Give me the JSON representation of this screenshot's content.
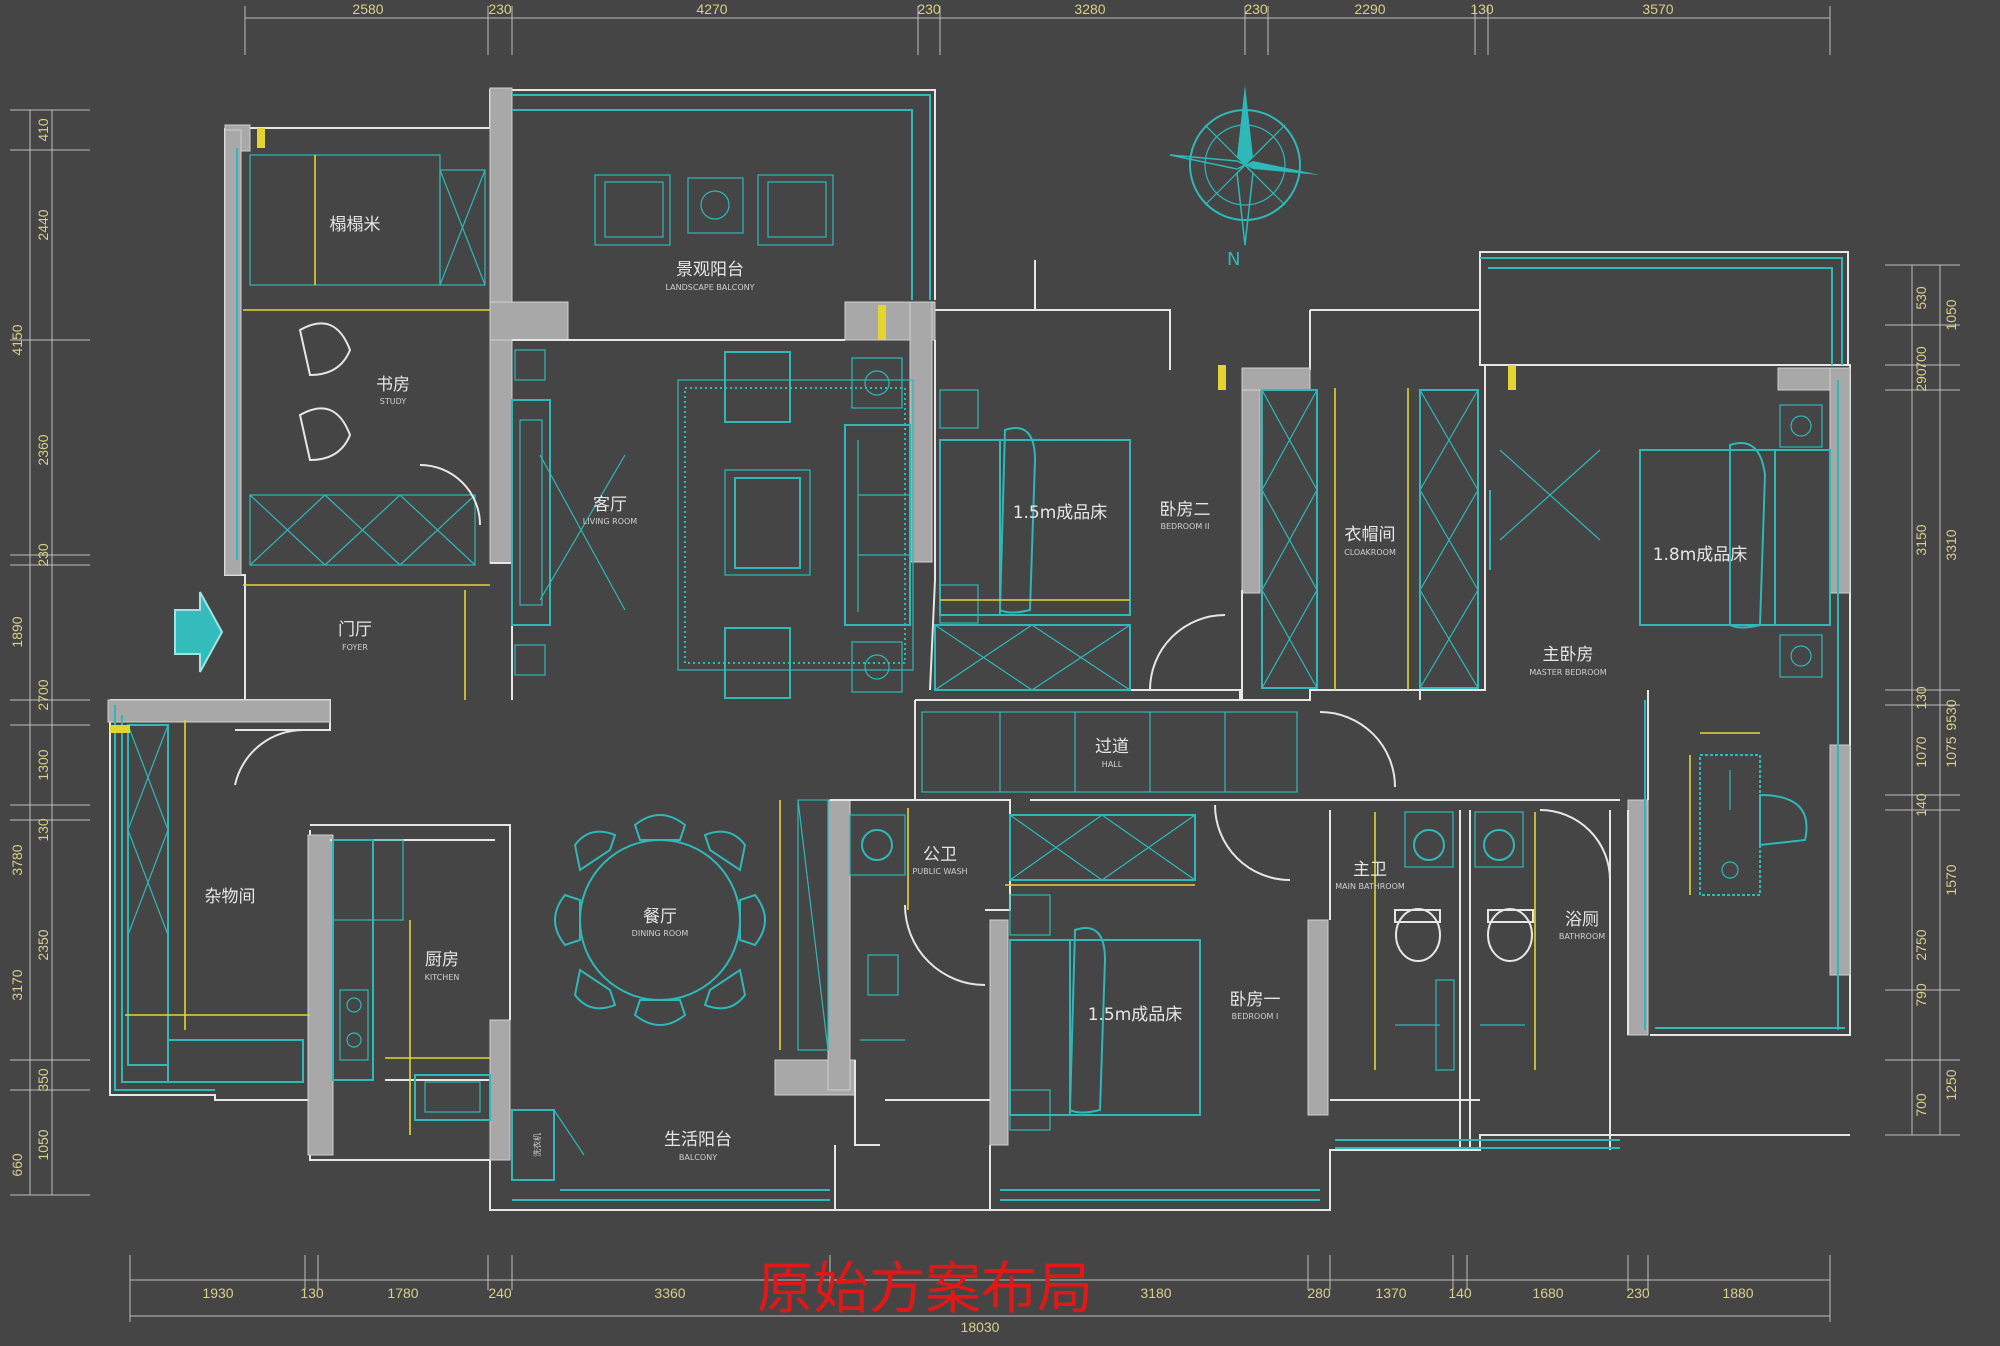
{
  "caption": "原始方案布局",
  "compass": {
    "label": "N"
  },
  "dims_top": [
    "2580",
    "230",
    "4270",
    "230",
    "3280",
    "230",
    "2290",
    "130",
    "3570"
  ],
  "dims_bottom": [
    "1930",
    "130",
    "1780",
    "240",
    "3360",
    "3180",
    "280",
    "1370",
    "140",
    "1680",
    "230",
    "1880"
  ],
  "dims_bottom_total": "18030",
  "dims_left_outer": [
    "4150",
    "1890",
    "3780",
    "3170",
    "660"
  ],
  "dims_left_inner": [
    "410",
    "2440",
    "2360",
    "230",
    "2700",
    "1300",
    "130",
    "2350",
    "350",
    "1050"
  ],
  "dims_right_outer": [
    "1050",
    "9530",
    "1075",
    "1570",
    "1250"
  ],
  "dims_right_inner": [
    "530",
    "700",
    "290",
    "3150",
    "3310",
    "130",
    "1070",
    "140",
    "2750",
    "790",
    "700"
  ],
  "rooms": {
    "leisure_balcony": {
      "cn": "景观阳台",
      "en": "LANDSCAPE BALCONY"
    },
    "tatami": {
      "cn": "榻榻米"
    },
    "study": {
      "cn": "书房",
      "en": "STUDY"
    },
    "living": {
      "cn": "客厅",
      "en": "LIVING ROOM"
    },
    "foyer": {
      "cn": "门厅",
      "en": "FOYER"
    },
    "bedroom2": {
      "cn": "卧房二",
      "en": "BEDROOM II"
    },
    "bed15_a": {
      "cn": "1.5m成品床"
    },
    "cloakroom": {
      "cn": "衣帽间",
      "en": "CLOAKROOM"
    },
    "master": {
      "cn": "主卧房",
      "en": "MASTER BEDROOM"
    },
    "bed18": {
      "cn": "1.8m成品床"
    },
    "hall": {
      "cn": "过道",
      "en": "HALL"
    },
    "storage": {
      "cn": "杂物间"
    },
    "dining": {
      "cn": "餐厅",
      "en": "DINING ROOM"
    },
    "kitchen": {
      "cn": "厨房",
      "en": "KITCHEN"
    },
    "public_wc": {
      "cn": "公卫",
      "en": "PUBLIC WASH"
    },
    "bedroom1": {
      "cn": "卧房一",
      "en": "BEDROOM I"
    },
    "bed15_b": {
      "cn": "1.5m成品床"
    },
    "master_wc": {
      "cn": "主卫",
      "en": "MAIN BATHROOM"
    },
    "dressing": {
      "cn": "浴厕",
      "en": "BATHROOM"
    },
    "life_balcony": {
      "cn": "生活阳台",
      "en": "BALCONY"
    },
    "washer": {
      "cn": "洗衣机"
    }
  },
  "colors": {
    "wall_line": "#e6e6e6",
    "furniture": "#2fb8b8",
    "dimension": "#e3d431",
    "wall_fill": "#a8a8a8",
    "caption": "#e01818",
    "background": "#454545"
  }
}
